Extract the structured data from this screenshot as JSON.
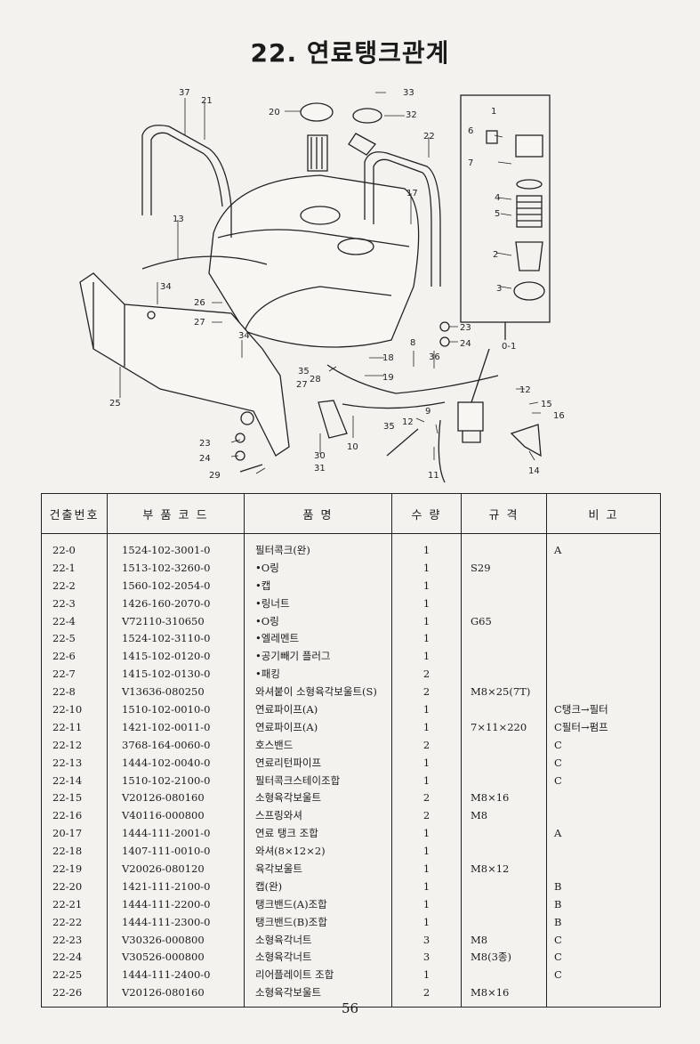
{
  "title": "22. 연료탱크관계",
  "page_number": "56",
  "diagram": {
    "callouts": [
      "37",
      "21",
      "20",
      "33",
      "32",
      "22",
      "17",
      "13",
      "34",
      "26",
      "27",
      "34",
      "25",
      "35",
      "28",
      "27",
      "18",
      "19",
      "8",
      "36",
      "23",
      "24",
      "1",
      "6",
      "7",
      "4",
      "5",
      "2",
      "3",
      "0-1",
      "12",
      "15",
      "16",
      "9",
      "12",
      "35",
      "10",
      "30",
      "31",
      "23",
      "24",
      "29",
      "11",
      "14"
    ]
  },
  "table": {
    "headers": [
      "건출번호",
      "부 품 코 드",
      "품 명",
      "수 량",
      "규 격",
      "비 고"
    ],
    "rows": [
      {
        "no": "22-0",
        "code": "1524-102-3001-0",
        "name": "필터콕크(완)",
        "qty": "1",
        "spec": "",
        "remark": "A"
      },
      {
        "no": "22-1",
        "code": "1513-102-3260-0",
        "name": "•O링",
        "qty": "1",
        "spec": "S29",
        "remark": ""
      },
      {
        "no": "22-2",
        "code": "1560-102-2054-0",
        "name": "•캡",
        "qty": "1",
        "spec": "",
        "remark": ""
      },
      {
        "no": "22-3",
        "code": "1426-160-2070-0",
        "name": "•링너트",
        "qty": "1",
        "spec": "",
        "remark": ""
      },
      {
        "no": "22-4",
        "code": "V72110-310650",
        "name": "•O링",
        "qty": "1",
        "spec": "G65",
        "remark": ""
      },
      {
        "no": "22-5",
        "code": "1524-102-3110-0",
        "name": "•엘레멘트",
        "qty": "1",
        "spec": "",
        "remark": ""
      },
      {
        "no": "22-6",
        "code": "1415-102-0120-0",
        "name": "•공기빼기 플러그",
        "qty": "1",
        "spec": "",
        "remark": ""
      },
      {
        "no": "22-7",
        "code": "1415-102-0130-0",
        "name": "•패킹",
        "qty": "2",
        "spec": "",
        "remark": ""
      },
      {
        "no": "22-8",
        "code": "V13636-080250",
        "name": "와셔붙이 소형육각보울트(S)",
        "qty": "2",
        "spec": "M8×25(7T)",
        "remark": ""
      },
      {
        "no": "22-10",
        "code": "1510-102-0010-0",
        "name": "연료파이프(A)",
        "qty": "1",
        "spec": "",
        "remark": "C탱크→필터"
      },
      {
        "no": "22-11",
        "code": "1421-102-0011-0",
        "name": "연료파이프(A)",
        "qty": "1",
        "spec": "7×11×220",
        "remark": "C필터→펌프"
      },
      {
        "no": "22-12",
        "code": "3768-164-0060-0",
        "name": "호스밴드",
        "qty": "2",
        "spec": "",
        "remark": "C"
      },
      {
        "no": "22-13",
        "code": "1444-102-0040-0",
        "name": "연료리턴파이프",
        "qty": "1",
        "spec": "",
        "remark": "C"
      },
      {
        "no": "22-14",
        "code": "1510-102-2100-0",
        "name": "필터콕크스테이조합",
        "qty": "1",
        "spec": "",
        "remark": "C"
      },
      {
        "no": "22-15",
        "code": "V20126-080160",
        "name": "소형육각보울트",
        "qty": "2",
        "spec": "M8×16",
        "remark": ""
      },
      {
        "no": "22-16",
        "code": "V40116-000800",
        "name": "스프링와셔",
        "qty": "2",
        "spec": "M8",
        "remark": ""
      },
      {
        "no": "20-17",
        "code": "1444-111-2001-0",
        "name": "연료 탱크 조합",
        "qty": "1",
        "spec": "",
        "remark": "A"
      },
      {
        "no": "22-18",
        "code": "1407-111-0010-0",
        "name": "와셔(8×12×2)",
        "qty": "1",
        "spec": "",
        "remark": ""
      },
      {
        "no": "22-19",
        "code": "V20026-080120",
        "name": "육각보울트",
        "qty": "1",
        "spec": "M8×12",
        "remark": ""
      },
      {
        "no": "22-20",
        "code": "1421-111-2100-0",
        "name": "캡(완)",
        "qty": "1",
        "spec": "",
        "remark": "B"
      },
      {
        "no": "22-21",
        "code": "1444-111-2200-0",
        "name": "탱크밴드(A)조합",
        "qty": "1",
        "spec": "",
        "remark": "B"
      },
      {
        "no": "22-22",
        "code": "1444-111-2300-0",
        "name": "탱크밴드(B)조합",
        "qty": "1",
        "spec": "",
        "remark": "B"
      },
      {
        "no": "22-23",
        "code": "V30326-000800",
        "name": "소형육각너트",
        "qty": "3",
        "spec": "M8",
        "remark": "C"
      },
      {
        "no": "22-24",
        "code": "V30526-000800",
        "name": "소형육각너트",
        "qty": "3",
        "spec": "M8(3종)",
        "remark": "C"
      },
      {
        "no": "22-25",
        "code": "1444-111-2400-0",
        "name": "리어플레이트 조합",
        "qty": "1",
        "spec": "",
        "remark": "C"
      },
      {
        "no": "22-26",
        "code": "V20126-080160",
        "name": "소형육각보울트",
        "qty": "2",
        "spec": "M8×16",
        "remark": ""
      }
    ]
  }
}
